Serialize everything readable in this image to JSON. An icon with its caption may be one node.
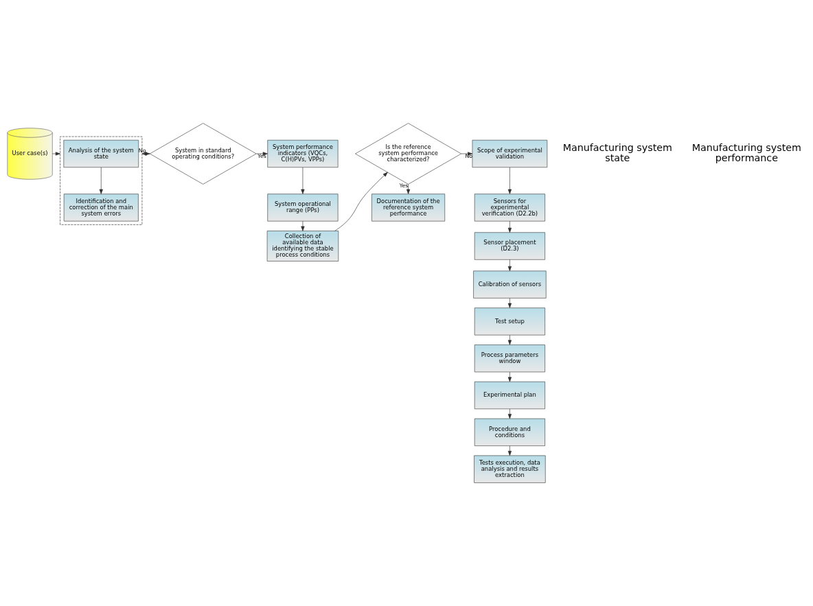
{
  "diagram": {
    "nodes": [
      {
        "text": [
          "User case(s)"
        ]
      },
      {
        "text": [],
        "shape": "box"
      },
      {
        "text": [
          "Analysis of the system state"
        ],
        "in": 1
      },
      {
        "text": [
          "Identification and correction of the main system errors"
        ],
        "in": 1
      },
      {
        "text": [
          "System in standard operating conditions?"
        ]
      },
      {
        "text": [
          "System performance indicators (VQCs, C(H)PVs, VPPs)"
        ]
      },
      {
        "text": [
          "System operational range (PPs)"
        ]
      },
      {
        "text": [
          "Collection of available data identifying the stable process conditions"
        ]
      },
      {
        "text": [
          "Is the reference system performance characterized?"
        ]
      },
      {
        "text": [
          "Documentation of the reference system performance"
        ]
      },
      {
        "text": [
          "Scope of experimental validation"
        ]
      },
      {
        "text": [
          "Sensors for experimental verification (D2.2b)"
        ]
      },
      {
        "text": [
          "Sensor placement (D2.3)"
        ]
      },
      {
        "text": [
          "Calibration of sensors"
        ]
      },
      {
        "text": [
          "Test setup"
        ]
      },
      {
        "text": [
          "Process parameters window"
        ]
      },
      {
        "text": [
          "Experimental plan"
        ]
      },
      {
        "text": [
          "Procedure and conditions"
        ]
      },
      {
        "text": [
          "Tests execution, data analysis and results extraction"
        ]
      }
    ],
    "edges": [
      {
        "from": 0,
        "to": 1,
        "arrow": "to"
      },
      {
        "from": 2,
        "to": 3,
        "arrow": "to"
      },
      {
        "from": 1,
        "to": 4,
        "arrow": "to"
      },
      {
        "from": 4,
        "to": 1,
        "arrow": "to",
        "label": "No"
      },
      {
        "from": 4,
        "to": 5,
        "arrow": "to",
        "label": "Yes"
      },
      {
        "from": 5,
        "to": 6,
        "arrow": "to"
      },
      {
        "from": 6,
        "to": 7,
        "arrow": "to"
      },
      {
        "from": 7,
        "to": 8,
        "arrow": "to"
      },
      {
        "from": 8,
        "to": 9,
        "arrow": "to",
        "label": "Yes"
      },
      {
        "from": 8,
        "to": 10,
        "arrow": "to",
        "label": "No"
      },
      {
        "from": 10,
        "to": 11,
        "arrow": "to"
      },
      {
        "from": 11,
        "to": 12,
        "arrow": "to"
      },
      {
        "from": 12,
        "to": 13,
        "arrow": "to"
      },
      {
        "from": 13,
        "to": 14,
        "arrow": "to"
      },
      {
        "from": 14,
        "to": 15,
        "arrow": "to"
      },
      {
        "from": 15,
        "to": 16,
        "arrow": "to"
      },
      {
        "from": 16,
        "to": 17,
        "arrow": "to"
      },
      {
        "from": 17,
        "to": 18,
        "arrow": "to"
      }
    ],
    "labels": [
      "Manufacturing system state",
      "Manufacturing system performance"
    ]
  }
}
